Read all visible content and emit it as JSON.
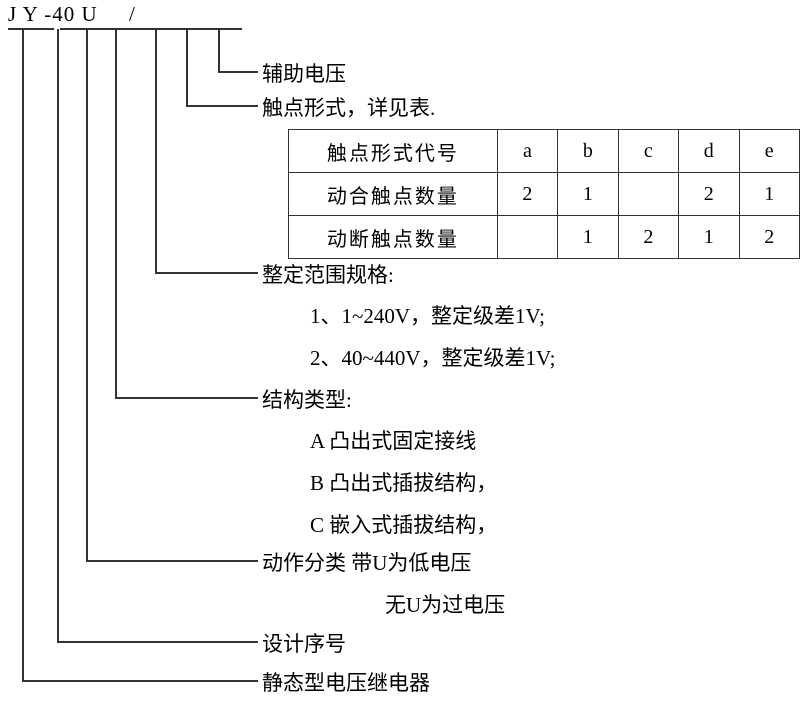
{
  "model_code": "J Y -40 U     /",
  "leaders": [
    {
      "id": "aux-voltage",
      "label": "辅助电压"
    },
    {
      "id": "contact-form",
      "label": "触点形式，详见表."
    },
    {
      "id": "setting-range",
      "label": "整定范围规格:"
    },
    {
      "id": "structure-type",
      "label": "结构类型:"
    },
    {
      "id": "action-class",
      "label": "动作分类   带U为低电压"
    },
    {
      "id": "design-serial",
      "label": "设计序号"
    },
    {
      "id": "product-type",
      "label": "静态型电压继电器"
    }
  ],
  "setting_range_items": [
    "1、1~240V，整定级差1V;",
    "2、40~440V，整定级差1V;"
  ],
  "structure_items": [
    "A 凸出式固定接线",
    "B 凸出式插拔结构，",
    "C 嵌入式插拔结构，"
  ],
  "action_class_second_line": "无U为过电压",
  "contact_table": {
    "rows": [
      {
        "header": "触点形式代号",
        "cells": [
          "a",
          "b",
          "c",
          "d",
          "e"
        ]
      },
      {
        "header": "动合触点数量",
        "cells": [
          "2",
          "1",
          "",
          "2",
          "1"
        ]
      },
      {
        "header": "动断触点数量",
        "cells": [
          "",
          "1",
          "2",
          "1",
          "2"
        ]
      }
    ]
  },
  "colors": {
    "line": "#333333",
    "text": "#000000",
    "background": "#ffffff"
  }
}
